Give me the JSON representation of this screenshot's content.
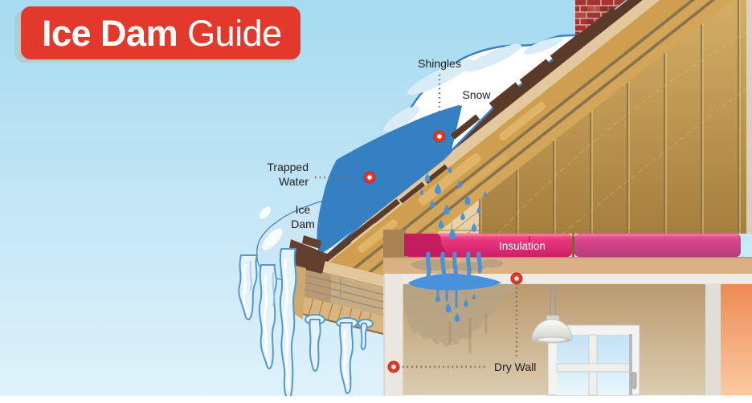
{
  "banner": {
    "title_bold": "Ice Dam",
    "title_regular": " Guide"
  },
  "labels": {
    "shingles": "Shingles",
    "snow": "Snow",
    "trapped_water": [
      "Trapped",
      "Water"
    ],
    "ice_dam": [
      "Ice",
      "Dam"
    ],
    "insulation": "Insulation",
    "dry_wall": "Dry Wall"
  },
  "palette": {
    "banner_red": "#e2392c",
    "sky_blue": "#aadcf0",
    "snow_outline_blue": "#3a80c1",
    "trapped_water_blue": "#3580c2",
    "ice_light_blue": "#cde6f5",
    "insulation_pink": "#e42e77",
    "roof_wood_gold": "#cf9f4f",
    "shingle_brown": "#5c3a28",
    "brick_red": "#a23532",
    "marker_red": "#e3392b",
    "leader_gray": "#707070"
  }
}
